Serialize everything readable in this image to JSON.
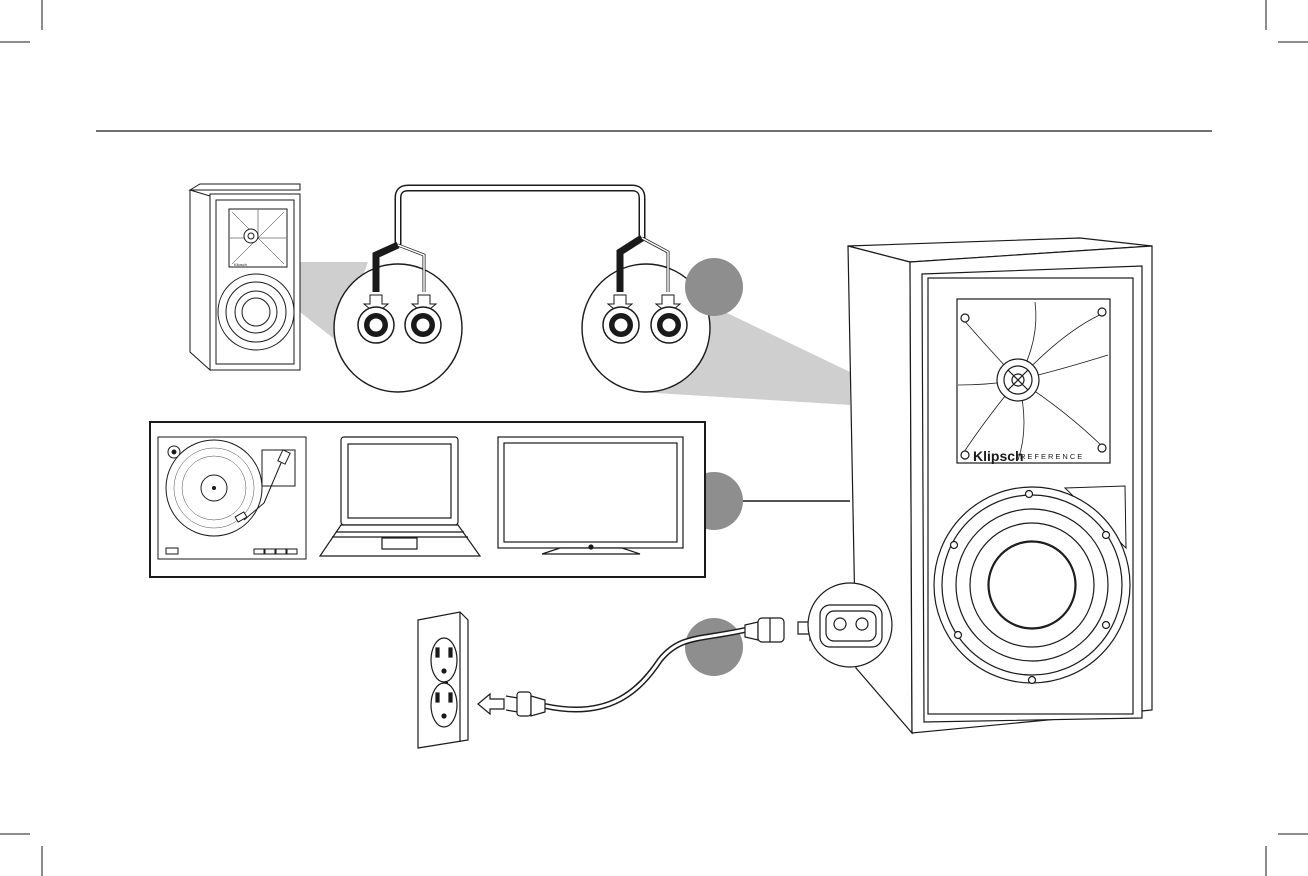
{
  "brand": {
    "name": "Klipsch",
    "sub": "REFERENCE"
  },
  "colors": {
    "line": "#1a1a1a",
    "badge": "#8e8e8e",
    "beam": "#cfcfcf",
    "background": "#ffffff"
  },
  "steps": [
    {
      "id": "speaker-wire",
      "label": ""
    },
    {
      "id": "source-input",
      "label": ""
    },
    {
      "id": "power",
      "label": ""
    }
  ],
  "icons": {
    "turntable": "turntable-icon",
    "laptop": "laptop-icon",
    "tv": "tv-icon",
    "outlet": "wall-outlet-icon",
    "power_cord": "power-cord-icon",
    "passive_speaker": "passive-speaker-icon",
    "active_speaker": "active-speaker-icon"
  }
}
